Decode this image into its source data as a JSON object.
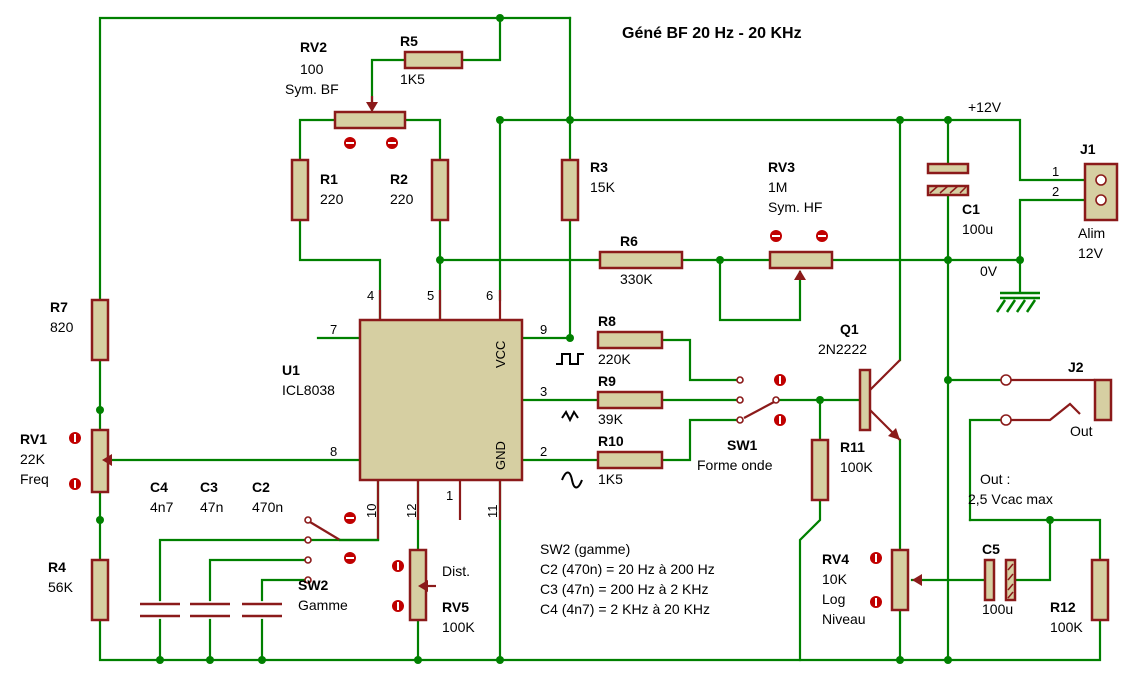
{
  "title": "Géné BF 20 Hz - 20 KHz",
  "components": {
    "U1": {
      "ref": "U1",
      "value": "ICL8038",
      "pin_vcc": "VCC",
      "pin_gnd": "GND",
      "pin_numbers": {
        "p4": "4",
        "p5": "5",
        "p6": "6",
        "p7": "7",
        "p8": "8",
        "p9": "9",
        "p3": "3",
        "p2": "2",
        "p10": "10",
        "p12": "12",
        "p1": "1",
        "p11": "11"
      }
    },
    "R1": {
      "ref": "R1",
      "value": "220"
    },
    "R2": {
      "ref": "R2",
      "value": "220"
    },
    "R3": {
      "ref": "R3",
      "value": "15K"
    },
    "R4": {
      "ref": "R4",
      "value": "56K"
    },
    "R5": {
      "ref": "R5",
      "value": "1K5"
    },
    "R6": {
      "ref": "R6",
      "value": "330K"
    },
    "R7": {
      "ref": "R7",
      "value": "820"
    },
    "R8": {
      "ref": "R8",
      "value": "220K"
    },
    "R9": {
      "ref": "R9",
      "value": "39K"
    },
    "R10": {
      "ref": "R10",
      "value": "1K5"
    },
    "R11": {
      "ref": "R11",
      "value": "100K"
    },
    "R12": {
      "ref": "R12",
      "value": "100K"
    },
    "RV1": {
      "ref": "RV1",
      "value": "22K",
      "label": "Freq"
    },
    "RV2": {
      "ref": "RV2",
      "value": "100",
      "label": "Sym. BF"
    },
    "RV3": {
      "ref": "RV3",
      "value": "1M",
      "label": "Sym. HF"
    },
    "RV4": {
      "ref": "RV4",
      "value": "10K",
      "label": "Log",
      "label2": "Niveau"
    },
    "RV5": {
      "ref": "RV5",
      "value": "100K",
      "label": "Dist."
    },
    "C1": {
      "ref": "C1",
      "value": "100u"
    },
    "C2": {
      "ref": "C2",
      "value": "470n"
    },
    "C3": {
      "ref": "C3",
      "value": "47n"
    },
    "C4": {
      "ref": "C4",
      "value": "4n7"
    },
    "C5": {
      "ref": "C5",
      "value": "100u"
    },
    "Q1": {
      "ref": "Q1",
      "value": "2N2222"
    },
    "SW1": {
      "ref": "SW1",
      "label": "Forme onde"
    },
    "SW2": {
      "ref": "SW2",
      "label": "Gamme"
    },
    "J1": {
      "ref": "J1",
      "label": "Alim",
      "label2": "12V",
      "pin1": "1",
      "pin2": "2"
    },
    "J2": {
      "ref": "J2",
      "label": "Out"
    }
  },
  "nets": {
    "vcc": "+12V",
    "gnd": "0V"
  },
  "out_note": {
    "line1": "Out :",
    "line2": "2,5 Vcac max"
  },
  "sw2_note": {
    "title": "SW2 (gamme)",
    "lines": [
      "C2 (470n) = 20 Hz à 200 Hz",
      "C3 (47n) = 200 Hz à 2 KHz",
      "C4 (4n7) = 2 KHz à 20 KHz"
    ]
  }
}
